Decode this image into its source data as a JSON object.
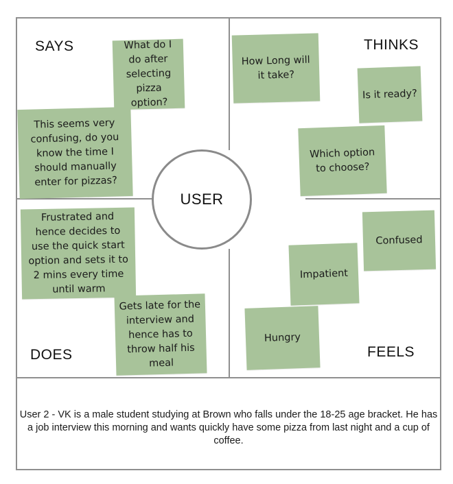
{
  "quadrants": {
    "says": "SAYS",
    "thinks": "THINKS",
    "does": "DOES",
    "feels": "FEELS"
  },
  "center": "USER",
  "notes": {
    "says": [
      "What do I do after selecting pizza option?",
      "This seems very confusing, do you know the time I should manually enter for pizzas?"
    ],
    "thinks": [
      "How Long will it take?",
      "Is it ready?",
      "Which option to choose?"
    ],
    "does": [
      "Frustrated and hence decides to use the quick start option and sets it to 2 mins every time until warm",
      "Gets late for the interview and hence has to throw half his meal"
    ],
    "feels": [
      "Confused",
      "Impatient",
      "Hungry"
    ]
  },
  "description": "User 2 - VK is a male student studying at Brown who falls under the 18-25 age bracket. He has a job interview this morning and wants quickly have some pizza from last night and a cup of coffee.",
  "colors": {
    "sticky_note": "#a8c39a",
    "border": "#8f8f8f"
  }
}
